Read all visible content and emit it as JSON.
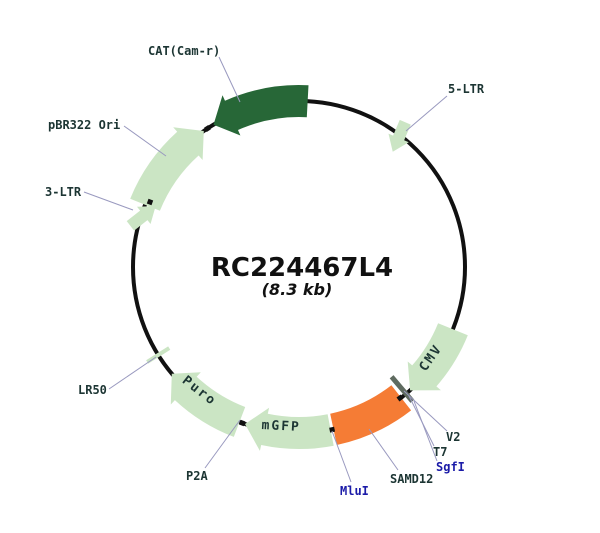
{
  "plasmid": {
    "name": "RC224467L4",
    "size": "(8.3 kb)"
  },
  "features": {
    "cat": {
      "label": "CAT(Cam-r)",
      "type": "marker-orf"
    },
    "pbr322": {
      "label": "pBR322 Ori",
      "type": "origin"
    },
    "ltr3": {
      "label": "3-LTR",
      "type": "ltr"
    },
    "ltr5": {
      "label": "5-LTR",
      "type": "ltr"
    },
    "cmv": {
      "label": "CMV",
      "type": "promoter"
    },
    "v2": {
      "label": "V2",
      "type": "site"
    },
    "t7": {
      "label": "T7",
      "type": "site"
    },
    "sgfi": {
      "label": "SgfI",
      "type": "restriction-site"
    },
    "samd12": {
      "label": "SAMD12",
      "type": "insert-orf"
    },
    "mlui": {
      "label": "MluI",
      "type": "restriction-site"
    },
    "mgfp": {
      "label": "mGFP",
      "type": "tag-orf"
    },
    "p2a": {
      "label": "P2A",
      "type": "linker"
    },
    "puro": {
      "label": "Puro",
      "type": "marker-orf"
    },
    "lr50": {
      "label": "LR50",
      "type": "site"
    }
  },
  "colors": {
    "light_green": "#cbe5c4",
    "dark_green": "#276737",
    "orange": "#f57c35",
    "backbone": "#111111",
    "label_dark": "#1c3533",
    "label_navy": "#1b1ba8",
    "gray_tick": "#5f6b60",
    "leader": "#9999bf"
  }
}
